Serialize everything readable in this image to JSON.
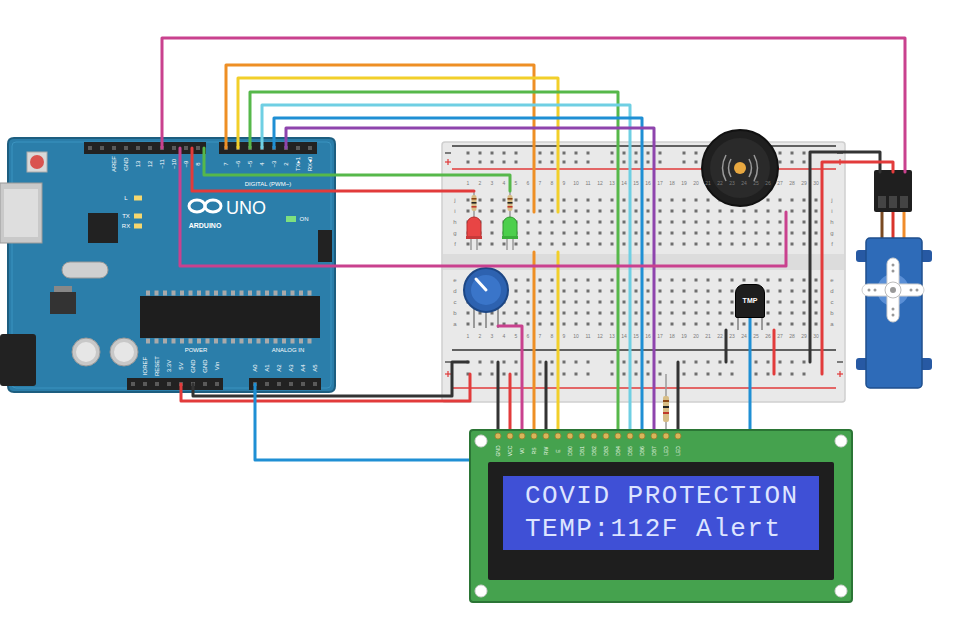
{
  "diagram": {
    "nodes": [
      {
        "text": [
          "UNO",
          "ARDUINO"
        ]
      },
      {
        "text": [
          "COVID PROTECTION",
          "TEMP:112F Alert"
        ]
      },
      {
        "text": [
          "TMP"
        ]
      }
    ],
    "edges": [
      {
        "from": 0,
        "to": 2,
        "arrow": "none"
      }
    ],
    "labels": [
      "AREF",
      "GND",
      "13",
      "12",
      "~11",
      "~10",
      "~9",
      "8",
      "7",
      "~6",
      "~5",
      "4",
      "~3",
      "2",
      "TX▸1",
      "RX◂0",
      "DIGITAL (PWM~)",
      "L",
      "TX",
      "RX",
      "ON",
      "IOREF",
      "RESET",
      "3.3V",
      "5V",
      "GND",
      "GND",
      "Vin",
      "A0",
      "A1",
      "A2",
      "A3",
      "A4",
      "A5",
      "POWER",
      "ANALOG IN",
      "1",
      "2",
      "3",
      "4",
      "5",
      "6",
      "7",
      "8",
      "9",
      "10",
      "11",
      "12",
      "13",
      "14",
      "15",
      "16",
      "17",
      "18",
      "19",
      "20",
      "21",
      "22",
      "23",
      "24",
      "25",
      "26",
      "27",
      "28",
      "29",
      "30",
      "1",
      "2",
      "3",
      "4",
      "5",
      "6",
      "7",
      "8",
      "9",
      "10",
      "11",
      "12",
      "13",
      "14",
      "15",
      "16",
      "17",
      "18",
      "19",
      "20",
      "21",
      "22",
      "23",
      "24",
      "25",
      "26",
      "27",
      "28",
      "29",
      "30",
      "j",
      "i",
      "h",
      "g",
      "f",
      "e",
      "d",
      "c",
      "b",
      "a",
      "j",
      "i",
      "h",
      "g",
      "f",
      "e",
      "d",
      "c",
      "b",
      "a",
      "GND",
      "VCC",
      "V0",
      "RS",
      "RW",
      "E",
      "DB0",
      "DB1",
      "DB2",
      "DB3",
      "DB4",
      "DB5",
      "DB6",
      "DB7",
      "LED",
      "LED"
    ]
  }
}
